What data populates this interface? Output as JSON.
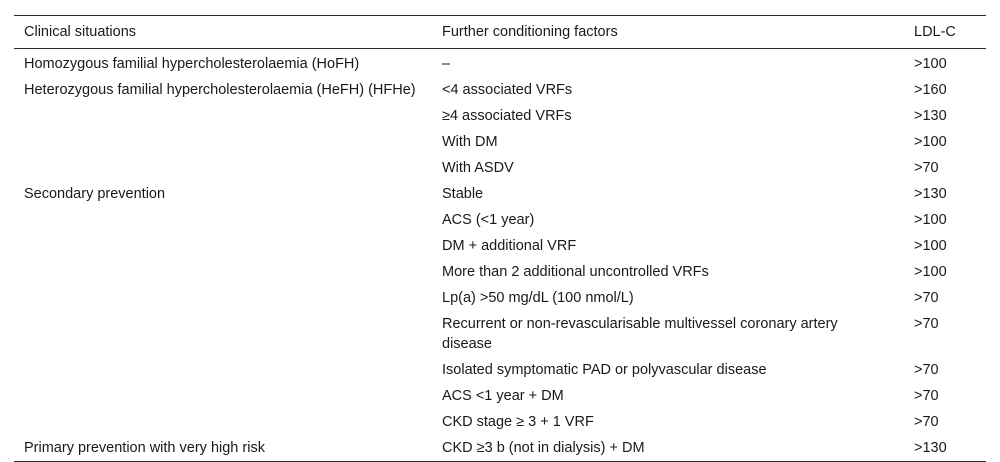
{
  "table": {
    "headers": [
      "Clinical situations",
      "Further conditioning factors",
      "LDL-C"
    ],
    "rows": [
      {
        "situation": "Homozygous familial hypercholesterolaemia (HoFH)",
        "factor": "–",
        "ldl": ">100"
      },
      {
        "situation": "Heterozygous familial hypercholesterolaemia (HeFH) (HFHe)",
        "factor": "<4 associated VRFs",
        "ldl": ">160"
      },
      {
        "situation": "",
        "factor": "≥4 associated VRFs",
        "ldl": ">130"
      },
      {
        "situation": "",
        "factor": "With DM",
        "ldl": ">100"
      },
      {
        "situation": "",
        "factor": "With ASDV",
        "ldl": ">70"
      },
      {
        "situation": "Secondary prevention",
        "factor": "Stable",
        "ldl": ">130"
      },
      {
        "situation": "",
        "factor": "ACS (<1 year)",
        "ldl": ">100"
      },
      {
        "situation": "",
        "factor": "DM + additional VRF",
        "ldl": ">100"
      },
      {
        "situation": "",
        "factor": "More than 2 additional uncontrolled VRFs",
        "ldl": ">100"
      },
      {
        "situation": "",
        "factor": "Lp(a) >50 mg/dL (100 nmol/L)",
        "ldl": ">70"
      },
      {
        "situation": "",
        "factor": "Recurrent or non-revascularisable multivessel coronary artery disease",
        "ldl": ">70"
      },
      {
        "situation": "",
        "factor": "Isolated symptomatic PAD or polyvascular disease",
        "ldl": ">70"
      },
      {
        "situation": "",
        "factor": "ACS <1 year + DM",
        "ldl": ">70"
      },
      {
        "situation": "",
        "factor": "CKD stage ≥ 3 + 1 VRF",
        "ldl": ">70"
      },
      {
        "situation": "Primary prevention with very high risk",
        "factor": "CKD ≥3 b (not in dialysis) + DM",
        "ldl": ">130"
      }
    ]
  }
}
